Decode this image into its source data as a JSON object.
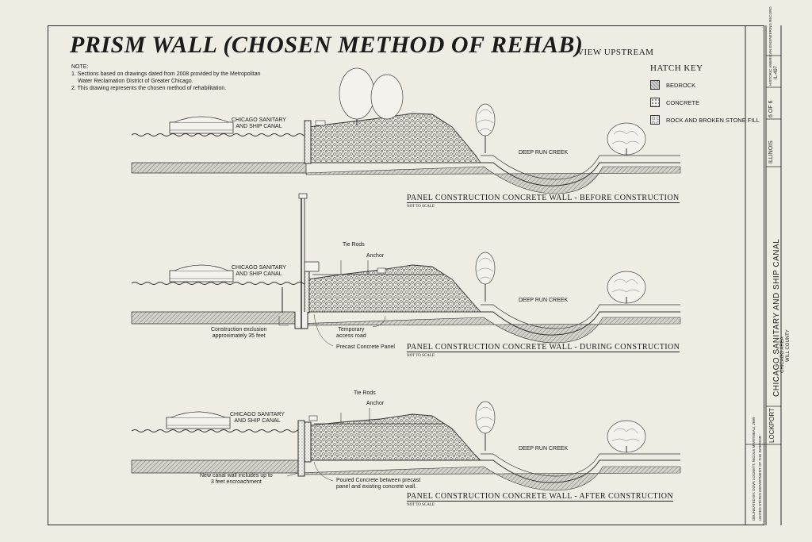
{
  "title": "PRISM WALL (CHOSEN METHOD OF REHAB)",
  "subtitle": "VIEW UPSTREAM",
  "notes": {
    "heading": "NOTE:",
    "lines": [
      "1. Sections based on drawings dated from 2008 provided by the Metropolitan",
      "Water Reclamation District of Greater Chicago.",
      "2. This drawing represents the chosen method of rehabilitation."
    ]
  },
  "hatch_key": {
    "title": "HATCH KEY",
    "items": [
      {
        "label": "BEDROCK"
      },
      {
        "label": "CONCRETE"
      },
      {
        "label": "ROCK AND BROKEN STONE FILL"
      }
    ]
  },
  "labels": {
    "canal": [
      "CHICAGO SANITARY",
      "AND SHIP CANAL"
    ],
    "creek": "DEEP RUN CREEK",
    "tie_rods": "Tie Rods",
    "anchor": "Anchor",
    "exclusion": [
      "Construction exclusion",
      "approximately 35 feet"
    ],
    "temp_road": [
      "Temporary",
      "access road"
    ],
    "precast": "Precast Concrete Panel",
    "new_wall": [
      "New canal wall includes up to",
      "3 feet encroachment"
    ],
    "poured": [
      "Poured Concrete between precast",
      "panel and existing concrete wall."
    ]
  },
  "sections": [
    {
      "title": "PANEL CONSTRUCTION CONCRETE WALL  -  BEFORE CONSTRUCTION",
      "scale": "NOT TO SCALE"
    },
    {
      "title": "PANEL CONSTRUCTION CONCRETE WALL  -  DURING CONSTRUCTION",
      "scale": "NOT TO SCALE"
    },
    {
      "title": "PANEL CONSTRUCTION CONCRETE WALL  -  AFTER CONSTRUCTION",
      "scale": "NOT TO SCALE"
    }
  ],
  "title_block": {
    "project": "CHICAGO SANITARY AND SHIP CANAL",
    "sub": "CHICAGO AREA",
    "county": "WILL COUNTY",
    "location": "LOCKPORT",
    "state": "ILLINOIS",
    "sheet": "6 OF 6",
    "record": "HISTORIC AMERICAN ENGINEERING RECORD",
    "number": "IL-497",
    "delineator": "DELINEATED BY: DOVA LOCKETT, NICOLE MARTINEAU, 2009",
    "agency": "UNITED STATES DEPARTMENT OF THE INTERIOR"
  }
}
